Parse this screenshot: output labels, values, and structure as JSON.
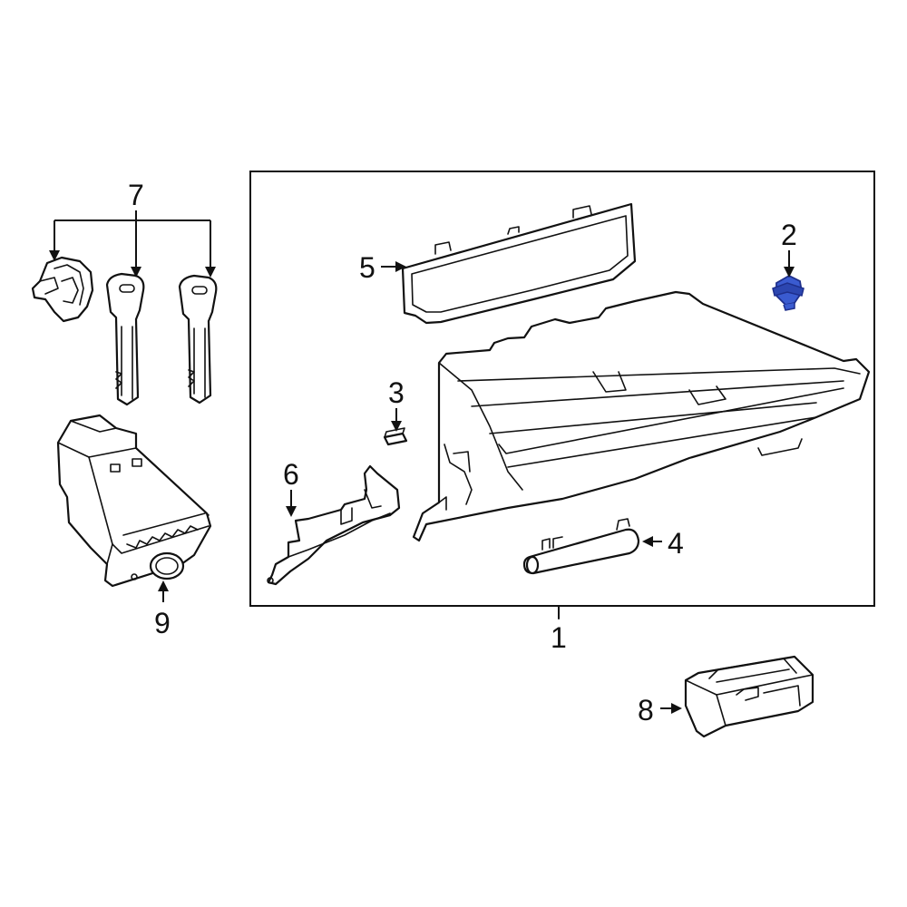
{
  "callouts": {
    "c1": "1",
    "c2": "2",
    "c3": "3",
    "c4": "4",
    "c5": "5",
    "c6": "6",
    "c7": "7",
    "c8": "8",
    "c9": "9"
  },
  "colors": {
    "line": "#111111",
    "highlight": "#3a5bd0",
    "highlight_dark": "#1e2f8c",
    "background": "#ffffff"
  }
}
